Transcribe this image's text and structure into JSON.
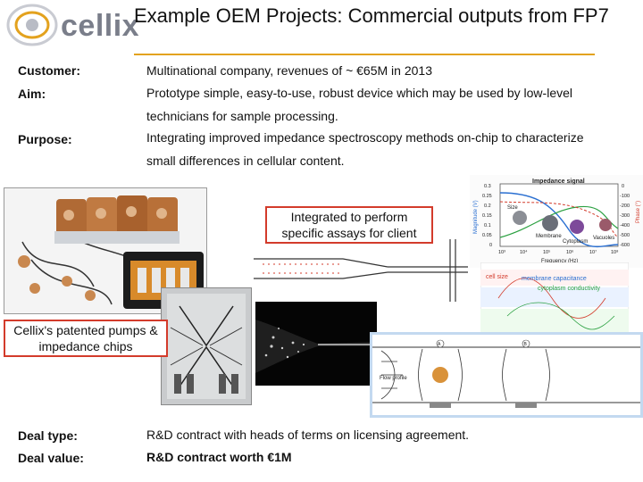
{
  "logo": {
    "text": "cellix"
  },
  "title": "Example OEM Projects:  Commercial outputs from FP7",
  "details": [
    {
      "label": "Customer:",
      "text": "Multinational company, revenues of ~ €65M in 2013"
    },
    {
      "label": "Aim:",
      "text": "Prototype simple, easy-to-use, robust device which may be used by low-level technicians for sample processing."
    },
    {
      "label": "Purpose:",
      "text": "Integrating improved impedance spectroscopy methods on-chip to characterize small differences in cellular content."
    }
  ],
  "callouts": {
    "integrated": "Integrated to perform specific assays for client",
    "pumps": "Cellix's patented pumps & impedance chips"
  },
  "impedance_chart": {
    "title": "Impedance signal",
    "ylabel_left": "Magnitude (V)",
    "ylabel_right": "Phase (°)",
    "xlabel": "Frequency (Hz)",
    "left_ticks": [
      "0.3",
      "0.25",
      "0.2",
      "0.15",
      "0.1",
      "0.05",
      "0"
    ],
    "right_ticks": [
      "0",
      "-100",
      "-200",
      "-300",
      "-400",
      "-500",
      "-600"
    ],
    "x_ticks": [
      "10³",
      "10⁴",
      "10⁵",
      "10⁶",
      "10⁷",
      "10⁸"
    ],
    "annotations": [
      "Size",
      "Membrane",
      "Cytoplasm",
      "Vacuoles"
    ]
  },
  "field_diagram": {
    "labels": [
      "cell size",
      "membrane capacitance",
      "cytoplasm conductivity"
    ]
  },
  "channel_diagram": {
    "labels": [
      "Flow profile",
      "A",
      "B"
    ]
  },
  "deal": [
    {
      "label": "Deal type:",
      "text": "R&D contract with heads of terms on licensing agreement."
    },
    {
      "label": "Deal value:",
      "text": "R&D contract worth €1M"
    }
  ],
  "colors": {
    "accent_rule": "#e3a21e",
    "callout_border": "#d33b2b",
    "logo_gray": "#7a7e8a"
  }
}
